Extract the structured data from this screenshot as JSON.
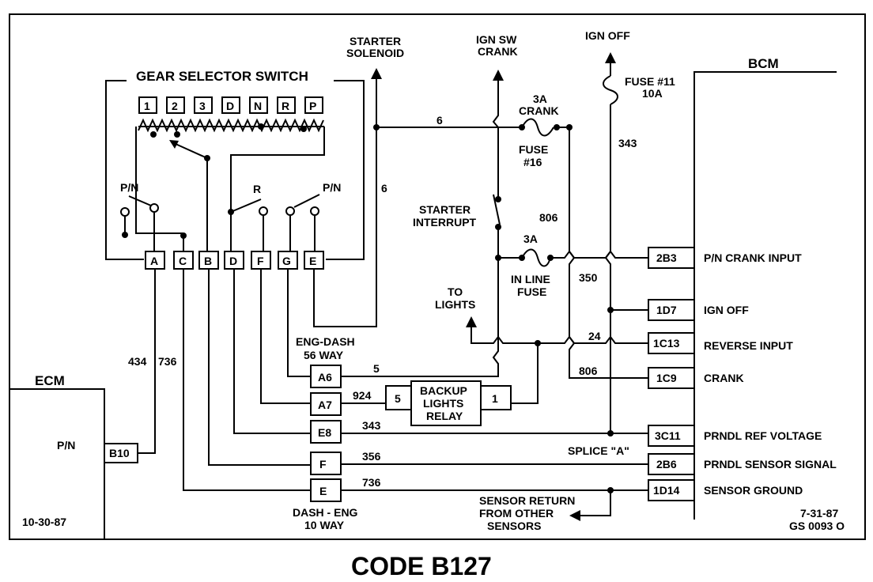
{
  "diagram": {
    "title": "CODE B127",
    "date_left": "10-30-87",
    "date_right": "7-31-87",
    "drawing_id": "GS 0093 O",
    "gear_switch": {
      "title": "GEAR SELECTOR SWITCH",
      "positions": [
        "1",
        "2",
        "3",
        "D",
        "N",
        "R",
        "P"
      ],
      "contact_labels": {
        "pn_left": "P/N",
        "r": "R",
        "pn_right": "P/N"
      },
      "terminals": [
        "A",
        "C",
        "B",
        "D",
        "F",
        "G",
        "E"
      ]
    },
    "ecm": {
      "name": "ECM",
      "pin": "B10",
      "pin_label": "P/N"
    },
    "bcm": {
      "name": "BCM",
      "pins": [
        {
          "id": "2B3",
          "label": "P/N CRANK INPUT"
        },
        {
          "id": "1D7",
          "label": "IGN OFF"
        },
        {
          "id": "1C13",
          "label": "REVERSE INPUT"
        },
        {
          "id": "1C9",
          "label": "CRANK"
        },
        {
          "id": "3C11",
          "label": "PRNDL REF VOLTAGE"
        },
        {
          "id": "2B6",
          "label": "PRNDL SENSOR SIGNAL"
        },
        {
          "id": "1D14",
          "label": "SENSOR GROUND"
        }
      ]
    },
    "eng_dash": {
      "name_line1": "ENG-DASH",
      "name_line2": "56 WAY",
      "pins": [
        "A6",
        "A7",
        "E8"
      ]
    },
    "dash_eng": {
      "name_line1": "DASH - ENG",
      "name_line2": "10 WAY",
      "pins": [
        "F",
        "E"
      ]
    },
    "relay": {
      "line1": "BACKUP",
      "line2": "LIGHTS",
      "line3": "RELAY",
      "pin_in": "5",
      "pin_out": "1"
    },
    "labels": {
      "starter_solenoid_1": "STARTER",
      "starter_solenoid_2": "SOLENOID",
      "ign_sw_crank_1": "IGN SW",
      "ign_sw_crank_2": "CRANK",
      "ign_off": "IGN OFF",
      "fuse11_1": "FUSE #11",
      "fuse11_2": "10A",
      "fuse16_top_1": "3A",
      "fuse16_top_2": "CRANK",
      "fuse16_1": "FUSE",
      "fuse16_2": "#16",
      "starter_interrupt_1": "STARTER",
      "starter_interrupt_2": "INTERRUPT",
      "inline_fuse_amp": "3A",
      "inline_fuse_1": "IN LINE",
      "inline_fuse_2": "FUSE",
      "to_lights_1": "TO",
      "to_lights_2": "LIGHTS",
      "splice": "SPLICE  \"A\"",
      "sensor_return_1": "SENSOR RETURN",
      "sensor_return_2": "FROM OTHER",
      "sensor_return_3": "SENSORS"
    },
    "wires": {
      "w6_horizontal": "6",
      "w6_vertical": "6",
      "w343_fuse": "343",
      "w806_top": "806",
      "w350": "350",
      "w24": "24",
      "w806_bottom": "806",
      "w5": "5",
      "w924": "924",
      "w343": "343",
      "w356": "356",
      "w736": "736",
      "w434_ecm": "434",
      "w736_ecm": "736"
    }
  }
}
